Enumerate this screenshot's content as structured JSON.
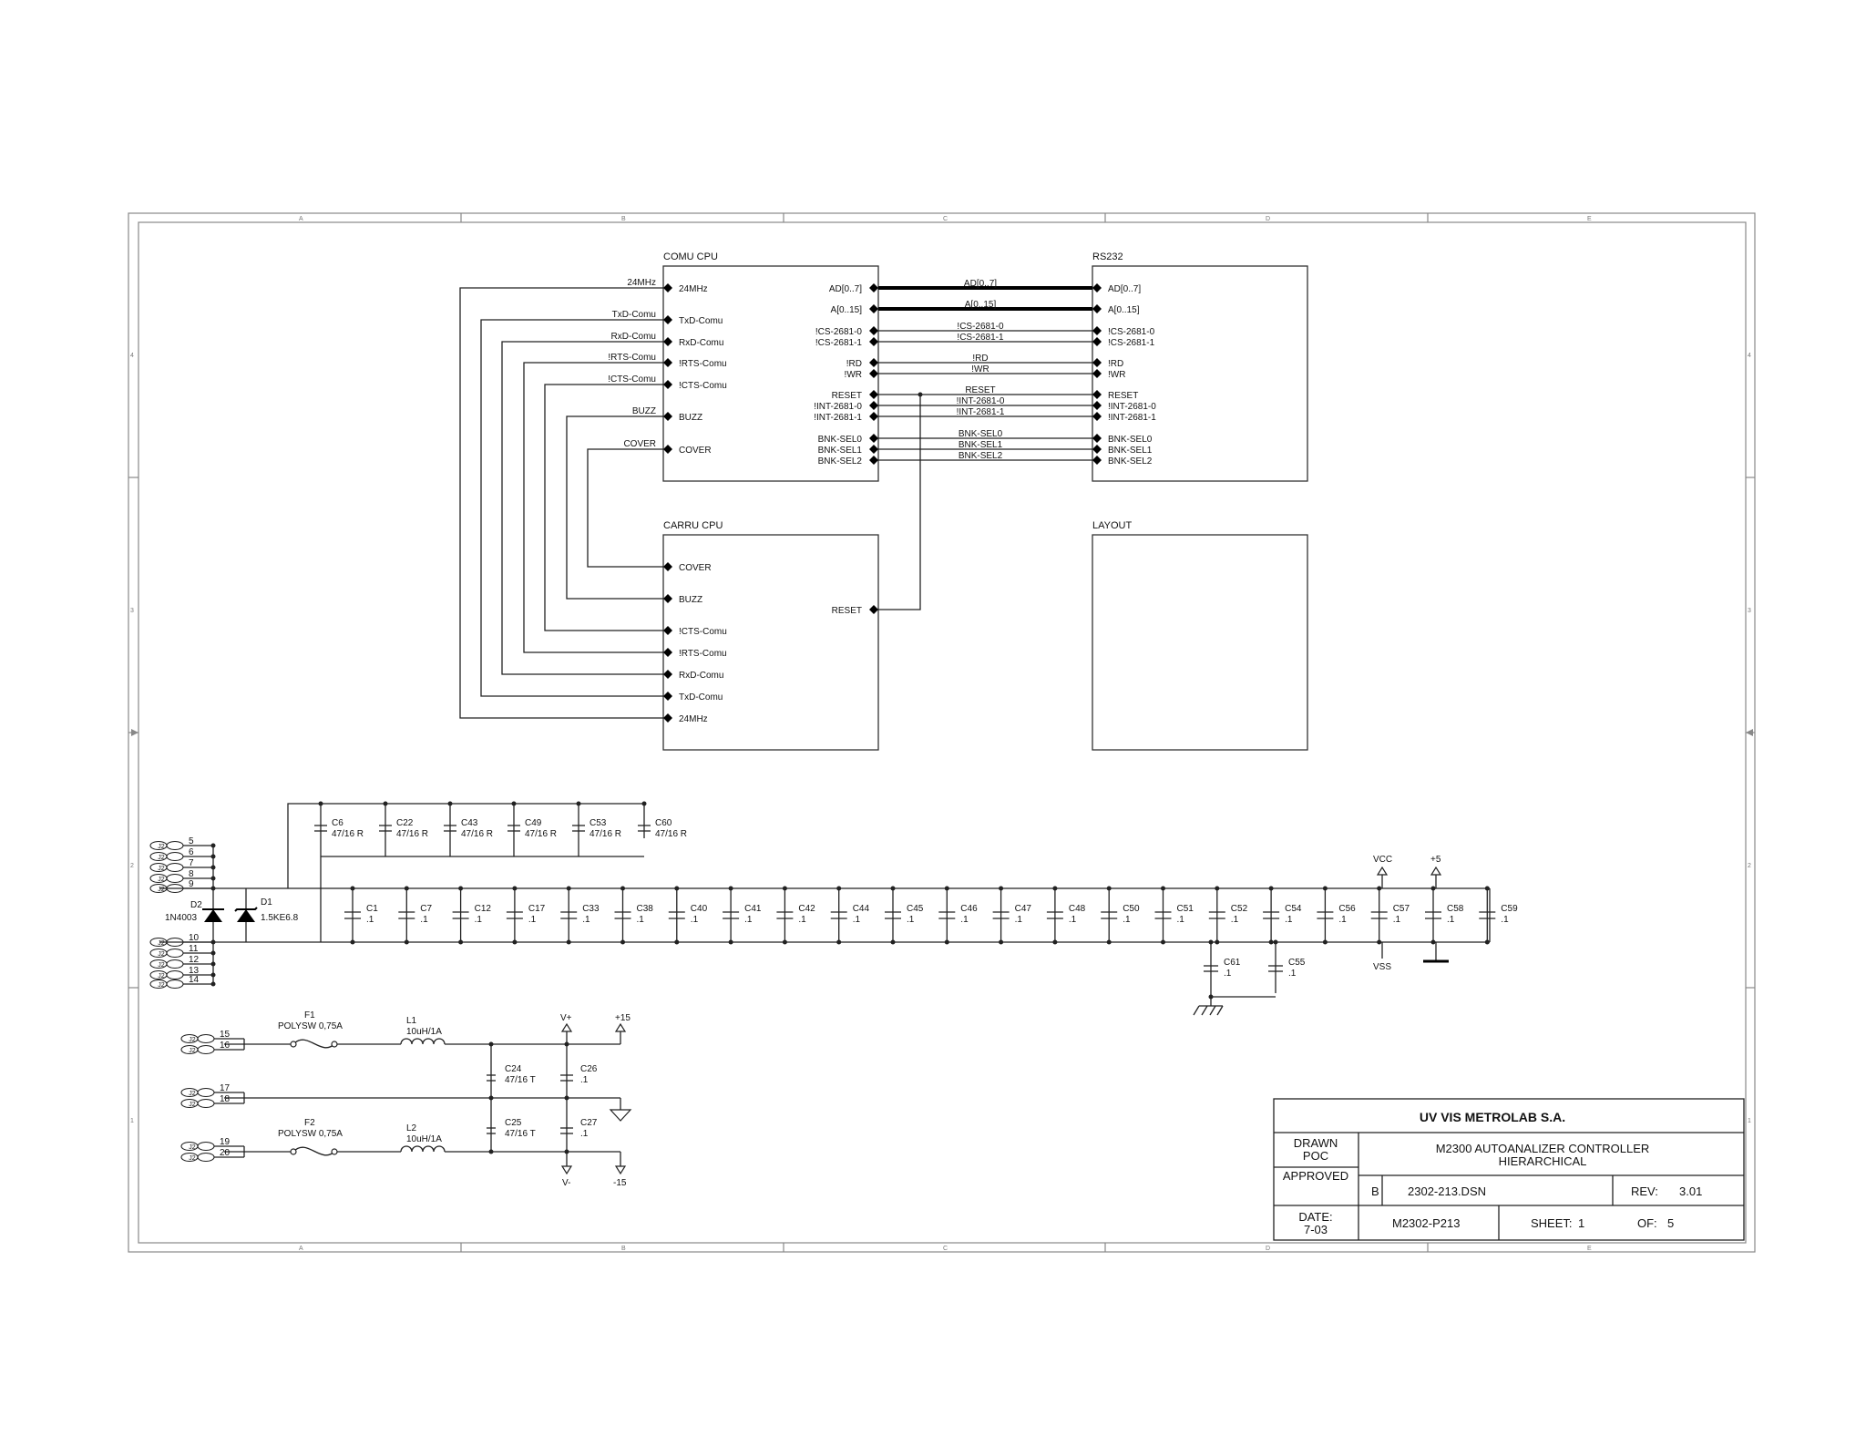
{
  "sheet_grid": {
    "columns": [
      "A",
      "B",
      "C",
      "D",
      "E"
    ],
    "rows": [
      "4",
      "3",
      "2",
      "1"
    ]
  },
  "blocks": {
    "comu": {
      "title": "COMU CPU",
      "left_pins": [
        "24MHz",
        "TxD-Comu",
        "RxD-Comu",
        "!RTS-Comu",
        "!CTS-Comu",
        "BUZZ",
        "COVER"
      ],
      "right_pins": [
        "AD[0..7]",
        "A[0..15]",
        "!CS-2681-0",
        "!CS-2681-1",
        "!RD",
        "!WR",
        "RESET",
        "!INT-2681-0",
        "!INT-2681-1",
        "BNK-SEL0",
        "BNK-SEL1",
        "BNK-SEL2"
      ]
    },
    "rs232": {
      "title": "RS232",
      "left_pins": [
        "AD[0..7]",
        "A[0..15]",
        "!CS-2681-0",
        "!CS-2681-1",
        "!RD",
        "!WR",
        "RESET",
        "!INT-2681-0",
        "!INT-2681-1",
        "BNK-SEL0",
        "BNK-SEL1",
        "BNK-SEL2"
      ]
    },
    "carru": {
      "title": "CARRU CPU",
      "left_pins": [
        "COVER",
        "BUZZ",
        "!CTS-Comu",
        "!RTS-Comu",
        "RxD-Comu",
        "TxD-Comu",
        "24MHz"
      ],
      "right_pins": [
        "RESET"
      ]
    },
    "layout": {
      "title": "LAYOUT"
    }
  },
  "nets_left": [
    "24MHz",
    "TxD-Comu",
    "RxD-Comu",
    "!RTS-Comu",
    "!CTS-Comu",
    "BUZZ",
    "COVER"
  ],
  "nets_mid": [
    "AD[0..7]",
    "A[0..15]",
    "!CS-2681-0",
    "!CS-2681-1",
    "!RD",
    "!WR",
    "RESET",
    "!INT-2681-0",
    "!INT-2681-1",
    "BNK-SEL0",
    "BNK-SEL1",
    "BNK-SEL2"
  ],
  "connector_ref": "J2",
  "connector_pins": {
    "top": [
      "5",
      "6",
      "7",
      "8",
      "9"
    ],
    "bottom": [
      "10",
      "11",
      "12",
      "13",
      "14"
    ],
    "f1": [
      "15",
      "16"
    ],
    "gnd": [
      "17",
      "18"
    ],
    "f2": [
      "19",
      "20"
    ]
  },
  "diodes": [
    {
      "ref": "D2",
      "value": "1N4003"
    },
    {
      "ref": "D1",
      "value": "1.5KE6.8"
    }
  ],
  "bulk_caps": [
    {
      "ref": "C6",
      "value": "47/16 R"
    },
    {
      "ref": "C22",
      "value": "47/16 R"
    },
    {
      "ref": "C43",
      "value": "47/16 R"
    },
    {
      "ref": "C49",
      "value": "47/16 R"
    },
    {
      "ref": "C53",
      "value": "47/16 R"
    },
    {
      "ref": "C60",
      "value": "47/16 R"
    }
  ],
  "decoupling_caps": [
    {
      "ref": "C1",
      "value": ".1"
    },
    {
      "ref": "C7",
      "value": ".1"
    },
    {
      "ref": "C12",
      "value": ".1"
    },
    {
      "ref": "C17",
      "value": ".1"
    },
    {
      "ref": "C33",
      "value": ".1"
    },
    {
      "ref": "C38",
      "value": ".1"
    },
    {
      "ref": "C40",
      "value": ".1"
    },
    {
      "ref": "C41",
      "value": ".1"
    },
    {
      "ref": "C42",
      "value": ".1"
    },
    {
      "ref": "C44",
      "value": ".1"
    },
    {
      "ref": "C45",
      "value": ".1"
    },
    {
      "ref": "C46",
      "value": ".1"
    },
    {
      "ref": "C47",
      "value": ".1"
    },
    {
      "ref": "C48",
      "value": ".1"
    },
    {
      "ref": "C50",
      "value": ".1"
    },
    {
      "ref": "C51",
      "value": ".1"
    },
    {
      "ref": "C52",
      "value": ".1"
    },
    {
      "ref": "C54",
      "value": ".1"
    },
    {
      "ref": "C56",
      "value": ".1"
    },
    {
      "ref": "C57",
      "value": ".1"
    },
    {
      "ref": "C58",
      "value": ".1"
    },
    {
      "ref": "C59",
      "value": ".1"
    }
  ],
  "extra_caps": [
    {
      "ref": "C61",
      "value": ".1"
    },
    {
      "ref": "C55",
      "value": ".1"
    }
  ],
  "power_symbols": {
    "vcc": "VCC",
    "plus5": "+5",
    "vss": "VSS",
    "vplus": "V+",
    "plus15": "+15",
    "vminus": "V-",
    "minus15": "-15"
  },
  "fuses": [
    {
      "ref": "F1",
      "value": "POLYSW 0,75A"
    },
    {
      "ref": "F2",
      "value": "POLYSW 0,75A"
    }
  ],
  "inductors": [
    {
      "ref": "L1",
      "value": "10uH/1A"
    },
    {
      "ref": "L2",
      "value": "10uH/1A"
    }
  ],
  "supply_caps": [
    {
      "ref": "C24",
      "value": "47/16 T"
    },
    {
      "ref": "C26",
      "value": ".1"
    },
    {
      "ref": "C25",
      "value": "47/16 T"
    },
    {
      "ref": "C27",
      "value": ".1"
    }
  ],
  "title_block": {
    "company": "UV VIS METROLAB S.A.",
    "drawn_label": "DRAWN",
    "drawn_by": "POC",
    "approved_label": "APPROVED",
    "title_line1": "M2300 AUTOANALIZER CONTROLLER",
    "title_line2": "HIERARCHICAL",
    "size": "B",
    "file": "2302-213.DSN",
    "rev_label": "REV:",
    "rev": "3.01",
    "date_label": "DATE:",
    "date": "7-03",
    "doc": "M2302-P213",
    "sheet_label": "SHEET:",
    "sheet": "1",
    "of_label": "OF:",
    "of": "5"
  }
}
